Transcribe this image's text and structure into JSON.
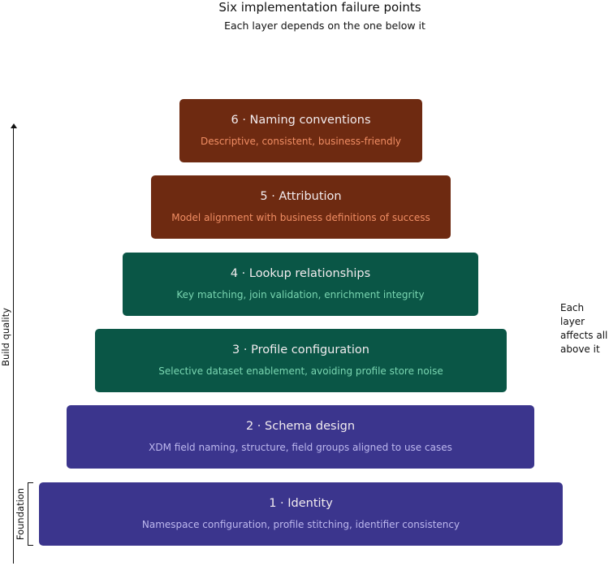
{
  "title": "Six implementation failure points",
  "subtitle": "Each layer depends on the one below it",
  "layers": [
    {
      "title": "6 · Naming conventions",
      "subtitle": "Descriptive, consistent, business-friendly"
    },
    {
      "title": "5 · Attribution",
      "subtitle": "Model alignment with business definitions of success"
    },
    {
      "title": "4 · Lookup relationships",
      "subtitle": "Key matching, join validation, enrichment integrity"
    },
    {
      "title": "3 · Profile configuration",
      "subtitle": "Selective dataset enablement, avoiding profile store noise"
    },
    {
      "title": "2 · Schema design",
      "subtitle": "XDM field naming, structure, field groups aligned to use cases"
    },
    {
      "title": "1 · Identity",
      "subtitle": "Namespace configuration, profile stitching, identifier consistency"
    }
  ],
  "side_note": "Each layer affects all above it",
  "axis": {
    "build_quality": "Build quality",
    "foundation": "Foundation"
  },
  "colors": {
    "tier_naming_attribution": "#6e2a11",
    "tier_lookup_profile": "#0a5646",
    "tier_schema_identity": "#3b358d"
  }
}
